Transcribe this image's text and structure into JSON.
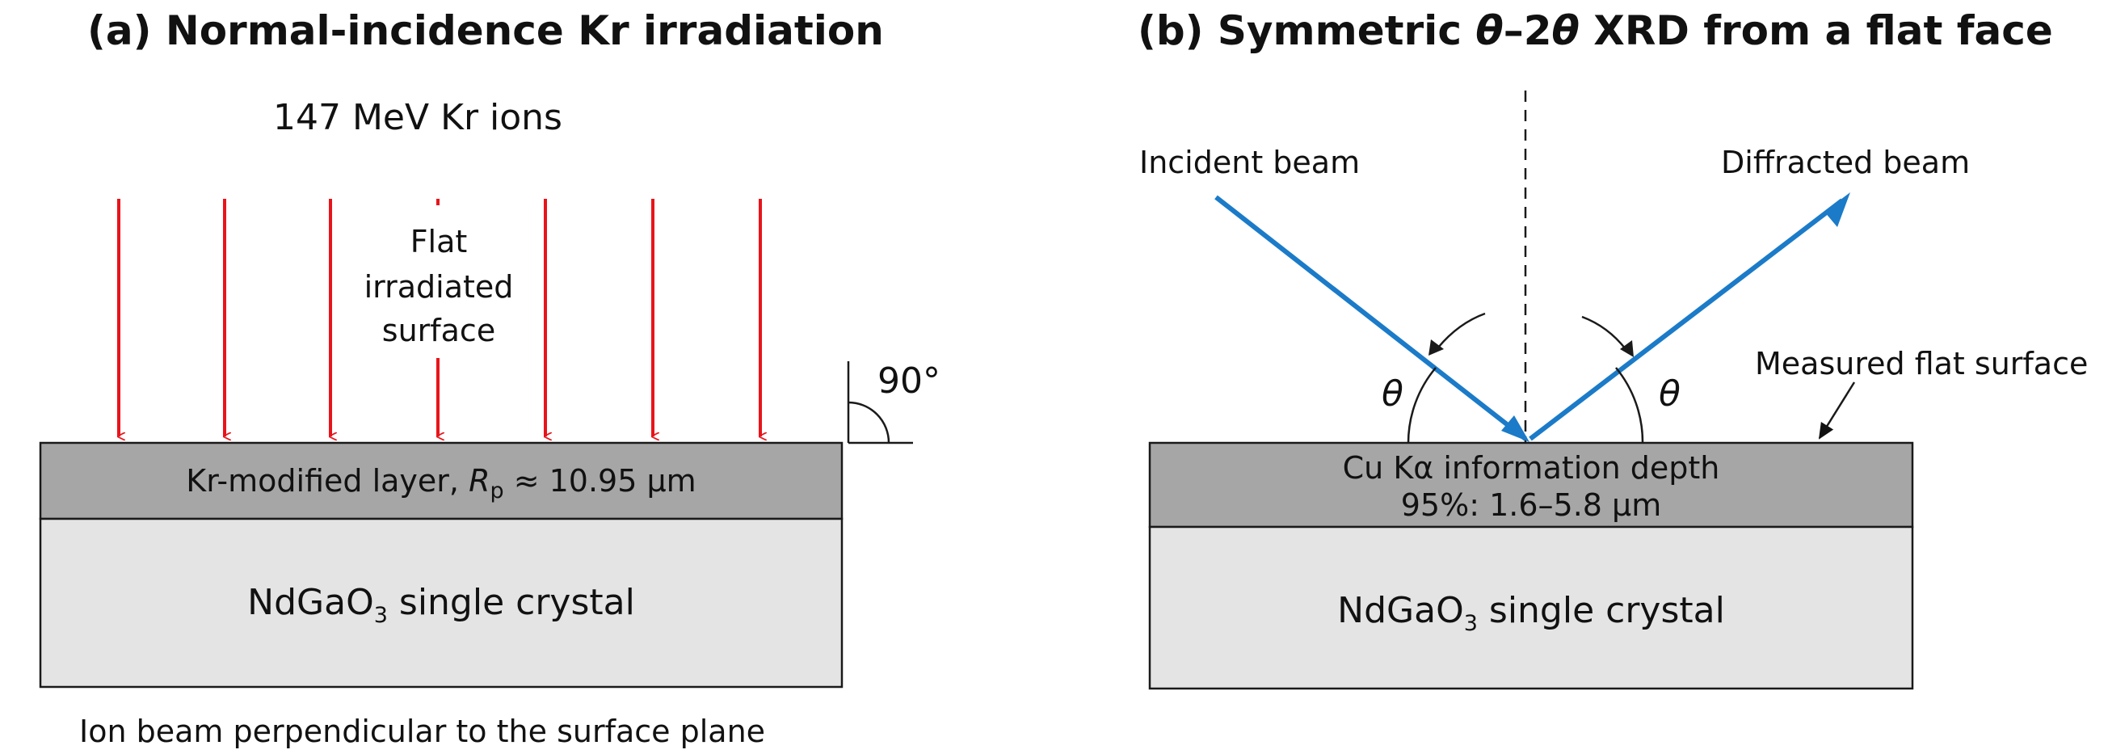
{
  "panel_a": {
    "title": "(a) Normal-incidence Kr irradiation",
    "ion_label": "147 MeV Kr ions",
    "surface_label": [
      "Flat",
      "irradiated",
      "surface"
    ],
    "angle_label": "90°",
    "layer_label_prefix": "Kr-modified layer, ",
    "layer_symbol": "R",
    "layer_symbol_sub": "p",
    "layer_value": " ≈ 10.95 µm",
    "substrate_formula_main": "NdGaO",
    "substrate_formula_sub": "3",
    "substrate_label_suffix": " single crystal",
    "caption": "Ion beam perpendicular to the surface plane"
  },
  "panel_b": {
    "title_prefix": "(b) Symmetric ",
    "title_theta1": "θ",
    "title_mid": "–2",
    "title_theta2": "θ",
    "title_suffix": " XRD from a flat face",
    "incident_label": "Incident beam",
    "diffracted_label": "Diffracted beam",
    "theta_left": "θ",
    "theta_right": "θ",
    "surface_label": "Measured flat surface",
    "info_line1": "Cu Kα information depth",
    "info_line2": "95%: 1.6–5.8 µm",
    "substrate_formula_main": "NdGaO",
    "substrate_formula_sub": "3",
    "substrate_label_suffix": " single crystal"
  },
  "colors": {
    "ion_arrow": "#e8141b",
    "xray_beam": "#1b7bc8",
    "modified_layer": "#a6a6a6",
    "substrate": "#e4e4e4",
    "outline": "#1a1a1a"
  },
  "icons": {
    "ion_arrows": "arrow-down-icon",
    "right_angle": "right-angle-icon",
    "beam_arrow": "arrow-up-right-icon"
  }
}
